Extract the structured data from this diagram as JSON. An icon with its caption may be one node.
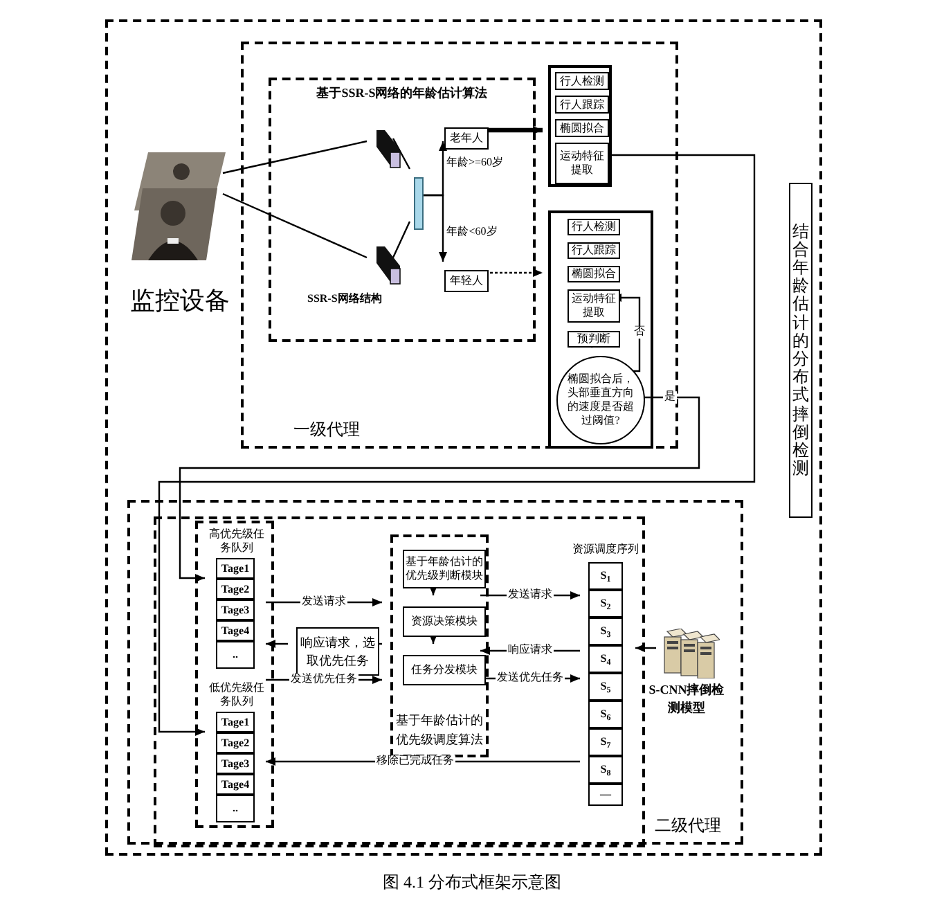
{
  "diagram": {
    "caption": "图 4.1 分布式框架示意图",
    "nodes": [
      {
        "text": [],
        "shape": "box"
      },
      {
        "text": [
          "一级代理"
        ],
        "in": 0
      },
      {
        "text": [
          "基于SSR-S网络的年龄估计算法"
        ],
        "in": 1
      },
      {
        "text": [],
        "shape": "picture",
        "in": 0,
        "beside": [
          "监控设备"
        ]
      },
      {
        "text": [],
        "shape": "picture",
        "in": 2
      },
      {
        "text": [],
        "shape": "picture",
        "in": 2
      },
      {
        "text": [],
        "shape": "bar",
        "in": 2
      },
      {
        "text": [
          "老年人"
        ],
        "in": 2
      },
      {
        "text": [
          "年轻人"
        ],
        "in": 2
      },
      {
        "text": [],
        "shape": "box",
        "in": 1
      },
      {
        "text": [
          "行人检测"
        ],
        "in": 9
      },
      {
        "text": [
          "行人跟踪"
        ],
        "in": 9
      },
      {
        "text": [
          "椭圆拟合"
        ],
        "in": 9
      },
      {
        "text": [
          "运动特征提取"
        ],
        "in": 9
      },
      {
        "text": [],
        "shape": "box",
        "in": 1
      },
      {
        "text": [
          "行人检测"
        ],
        "in": 14
      },
      {
        "text": [
          "行人跟踪"
        ],
        "in": 14
      },
      {
        "text": [
          "椭圆拟合"
        ],
        "in": 14
      },
      {
        "text": [
          "运动特征提取"
        ],
        "in": 14
      },
      {
        "text": [
          "预判断"
        ],
        "in": 14
      },
      {
        "text": [
          "椭圆拟合后，头部垂直方向的速度是否超过阈值?"
        ],
        "in": 14
      },
      {
        "text": [
          "结合年龄估计的分布式摔倒检测"
        ],
        "in": 0
      },
      {
        "text": [
          "二级代理"
        ],
        "in": 0
      },
      {
        "text": [],
        "shape": "box",
        "in": 22
      },
      {
        "text": [],
        "shape": "box",
        "in": 23
      },
      {
        "text": [
          "高优先级任务队列"
        ],
        "in": 24
      },
      {
        "text": [
          "Tage1"
        ],
        "in": 25
      },
      {
        "text": [
          "Tage2"
        ],
        "in": 25
      },
      {
        "text": [
          "Tage3"
        ],
        "in": 25
      },
      {
        "text": [
          "Tage4"
        ],
        "in": 25
      },
      {
        "text": [
          ".."
        ],
        "in": 25
      },
      {
        "text": [
          "低优先级任务队列"
        ],
        "in": 24
      },
      {
        "text": [
          "Tage1"
        ],
        "in": 31
      },
      {
        "text": [
          "Tage2"
        ],
        "in": 31
      },
      {
        "text": [
          "Tage3"
        ],
        "in": 31
      },
      {
        "text": [
          "Tage4"
        ],
        "in": 31
      },
      {
        "text": [
          ".."
        ],
        "in": 31
      },
      {
        "text": [
          "响应请求，选取优先任务"
        ],
        "in": 23
      },
      {
        "text": [
          "基于年龄估计的优先级调度算法"
        ],
        "in": 23
      },
      {
        "text": [
          "基于年龄估计的优先级判断模块"
        ],
        "in": 38
      },
      {
        "text": [
          "资源决策模块"
        ],
        "in": 38
      },
      {
        "text": [
          "任务分发模块"
        ],
        "in": 38
      },
      {
        "text": [
          "资源调度序列"
        ],
        "in": 23
      },
      {
        "text": [
          "S$_{1}$"
        ],
        "in": 42
      },
      {
        "text": [
          "S$_{2}$"
        ],
        "in": 42
      },
      {
        "text": [
          "S$_{3}$"
        ],
        "in": 42
      },
      {
        "text": [
          "S$_{4}$"
        ],
        "in": 42
      },
      {
        "text": [
          "S$_{5}$"
        ],
        "in": 42
      },
      {
        "text": [
          "S$_{6}$"
        ],
        "in": 42
      },
      {
        "text": [
          "S$_{7}$"
        ],
        "in": 42
      },
      {
        "text": [
          "S$_{8}$"
        ],
        "in": 42
      },
      {
        "text": [
          "—"
        ],
        "in": 42
      },
      {
        "text": [],
        "shape": "picture",
        "in": 22,
        "beside": [
          "S-CNN摔倒检测模型"
        ]
      }
    ],
    "edges": [
      {
        "from": 3,
        "to": 4,
        "arrow": "none"
      },
      {
        "from": 3,
        "to": 5,
        "arrow": "none"
      },
      {
        "from": 4,
        "to": 6,
        "arrow": "none"
      },
      {
        "from": 5,
        "to": 6,
        "arrow": "none"
      },
      {
        "from": 6,
        "to": 7,
        "arrow": "to",
        "label": "年龄>=60岁"
      },
      {
        "from": 6,
        "to": 8,
        "arrow": "to",
        "label": "年龄<60岁"
      },
      {
        "from": 7,
        "to": 9,
        "arrow": "to",
        "style": "thick"
      },
      {
        "from": 8,
        "to": 14,
        "arrow": "to",
        "style": "dashed"
      },
      {
        "from": 10,
        "to": 11,
        "arrow": "to"
      },
      {
        "from": 11,
        "to": 12,
        "arrow": "to"
      },
      {
        "from": 12,
        "to": 13,
        "arrow": "to"
      },
      {
        "from": 15,
        "to": 16,
        "arrow": "to"
      },
      {
        "from": 16,
        "to": 17,
        "arrow": "to"
      },
      {
        "from": 17,
        "to": 18,
        "arrow": "to"
      },
      {
        "from": 18,
        "to": 19,
        "arrow": "to"
      },
      {
        "from": 19,
        "to": 20,
        "arrow": "to"
      },
      {
        "from": 20,
        "to": 18,
        "arrow": "to",
        "label": "否"
      },
      {
        "from": 20,
        "to": 27,
        "arrow": "to",
        "label": "是"
      },
      {
        "from": 13,
        "to": 33,
        "arrow": "to"
      },
      {
        "from": 24,
        "to": 38,
        "arrow": "to",
        "label": "发送请求"
      },
      {
        "from": 38,
        "to": 37,
        "arrow": "none"
      },
      {
        "from": 37,
        "to": 24,
        "arrow": "to"
      },
      {
        "from": 24,
        "to": 38,
        "arrow": "to",
        "label": "发送优先任务"
      },
      {
        "from": 50,
        "to": 24,
        "arrow": "to",
        "label": "移除已完成任务"
      },
      {
        "from": 38,
        "to": 44,
        "arrow": "to",
        "label": "发送请求"
      },
      {
        "from": 46,
        "to": 38,
        "arrow": "to",
        "label": "响应请求"
      },
      {
        "from": 38,
        "to": 47,
        "arrow": "to",
        "label": "发送优先任务"
      },
      {
        "from": 39,
        "to": 40,
        "arrow": "to"
      },
      {
        "from": 40,
        "to": 41,
        "arrow": "to"
      },
      {
        "from": 52,
        "to": 42,
        "arrow": "to"
      }
    ],
    "labels": [
      "SSR-S网络结构"
    ]
  }
}
